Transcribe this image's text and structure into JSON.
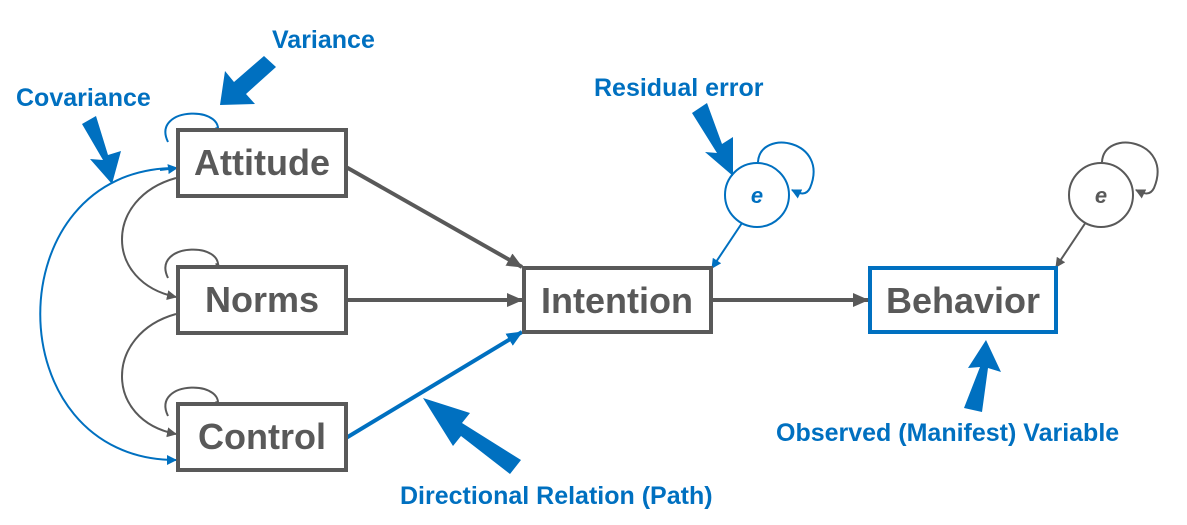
{
  "colors": {
    "gray": "#595959",
    "blue": "#0070c0",
    "background": "#ffffff"
  },
  "nodes": {
    "attitude": "Attitude",
    "norms": "Norms",
    "control": "Control",
    "intention": "Intention",
    "behavior": "Behavior",
    "error_intention": "e",
    "error_behavior": "e"
  },
  "annotations": {
    "variance": "Variance",
    "covariance": "Covariance",
    "residual_error": "Residual error",
    "path": "Directional Relation (Path)",
    "observed": "Observed (Manifest) Variable"
  }
}
